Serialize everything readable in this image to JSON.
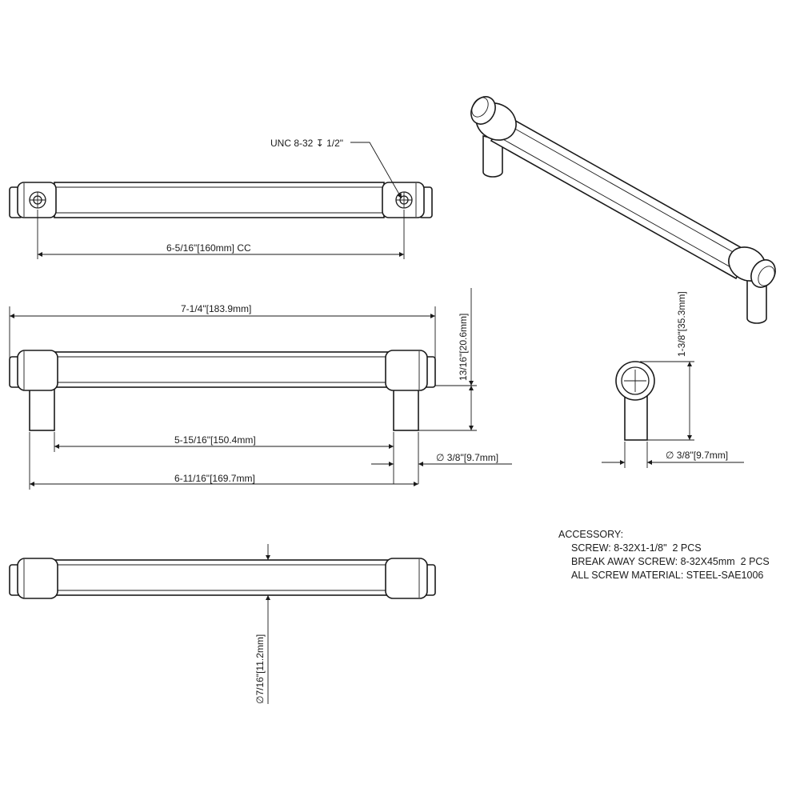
{
  "callout": {
    "thread": "UNC 8-32 ",
    "depth_symbol": "↧",
    "depth": " 1/2\""
  },
  "dimensions": {
    "cc": {
      "imperial": "6-5/16\"",
      "metric": "160mm",
      "suffix": " CC"
    },
    "overall_length": {
      "imperial": "7-1/4\"",
      "metric": "183.9mm"
    },
    "inner_span": {
      "imperial": "5-15/16\"",
      "metric": "150.4mm"
    },
    "post_outer_span": {
      "imperial": "6-11/16\"",
      "metric": "169.7mm"
    },
    "height_front": {
      "imperial": "13/16\"",
      "metric": "20.6mm"
    },
    "post_dia_front": {
      "symbol": "∅",
      "imperial": "3/8\"",
      "metric": "9.7mm"
    },
    "projection_side": {
      "imperial": "1-3/8\"",
      "metric": "35.3mm"
    },
    "post_dia_side": {
      "symbol": "∅",
      "imperial": "3/8\"",
      "metric": "9.7mm"
    },
    "bar_dia": {
      "symbol": "∅",
      "imperial": "7/16\"",
      "metric": "11.2mm"
    }
  },
  "accessory": {
    "heading": "ACCESSORY:",
    "lines": [
      "SCREW: 8-32X1-1/8\"  2 PCS",
      "BREAK AWAY SCREW: 8-32X45mm  2 PCS",
      "ALL SCREW MATERIAL: STEEL-SAE1006"
    ]
  }
}
